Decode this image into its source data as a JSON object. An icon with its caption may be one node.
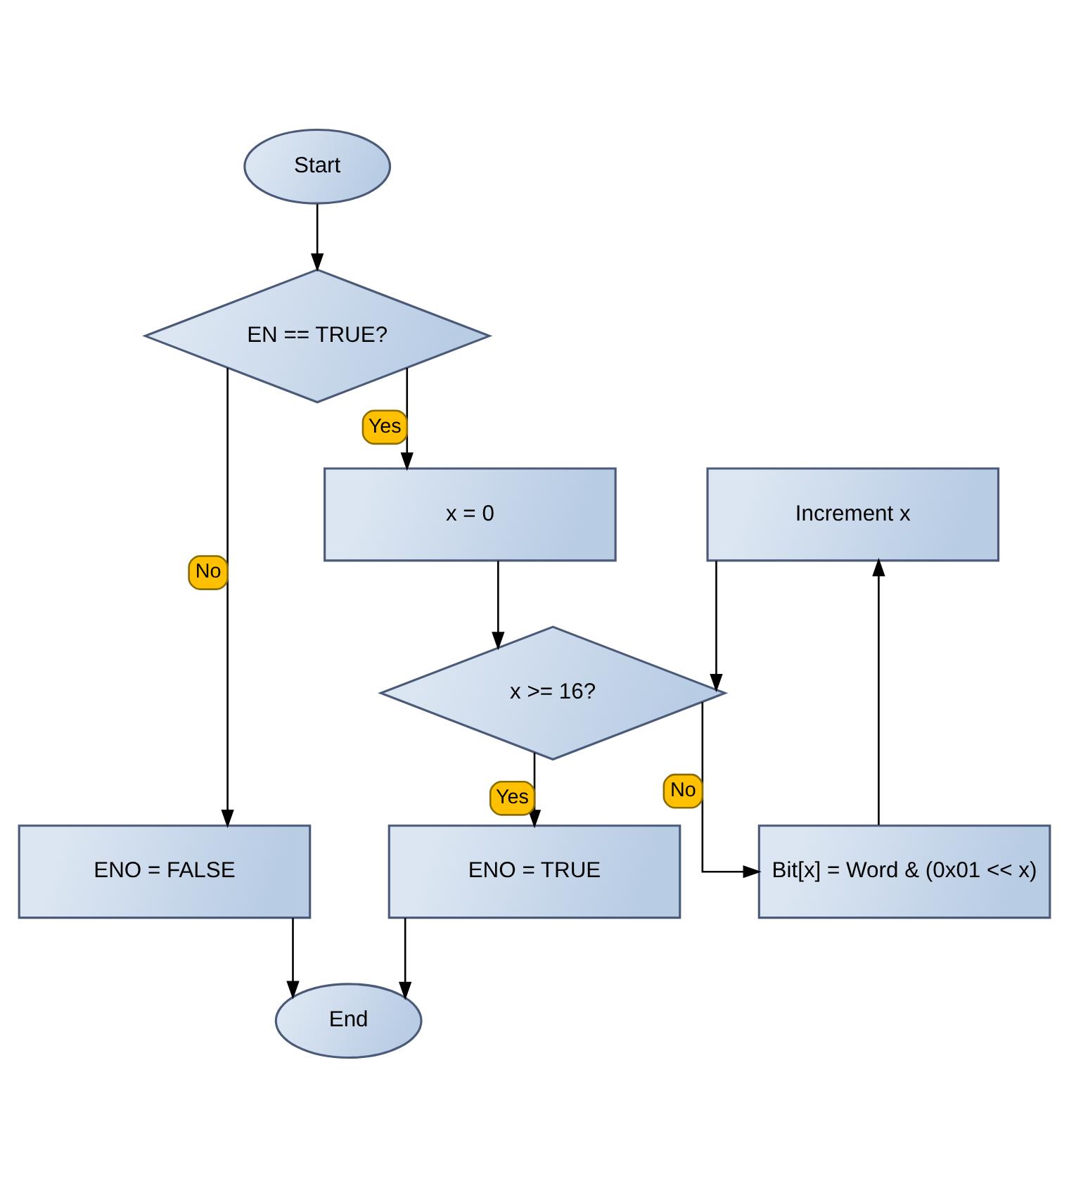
{
  "diagram": {
    "nodes": [
      {
        "text": [
          "Start"
        ]
      },
      {
        "text": [
          "EN == TRUE?"
        ]
      },
      {
        "text": [
          "x = 0"
        ]
      },
      {
        "text": [
          "Increment x"
        ]
      },
      {
        "text": [
          "x >= 16?"
        ]
      },
      {
        "text": [
          "Bit[x] = Word & (0x01 << x)"
        ]
      },
      {
        "text": [
          "ENO = TRUE"
        ]
      },
      {
        "text": [
          "ENO = FALSE"
        ]
      },
      {
        "text": [
          "End"
        ]
      }
    ],
    "edges": [
      {
        "from": 0,
        "to": 1,
        "arrow": "to"
      },
      {
        "from": 1,
        "to": 2,
        "arrow": "to",
        "label": "Yes"
      },
      {
        "from": 1,
        "to": 7,
        "arrow": "to",
        "label": "No"
      },
      {
        "from": 2,
        "to": 4,
        "arrow": "to"
      },
      {
        "from": 3,
        "to": 4,
        "arrow": "to"
      },
      {
        "from": 4,
        "to": 6,
        "arrow": "to",
        "label": "Yes"
      },
      {
        "from": 4,
        "to": 5,
        "arrow": "to",
        "label": "No"
      },
      {
        "from": 5,
        "to": 3,
        "arrow": "to"
      },
      {
        "from": 6,
        "to": 8,
        "arrow": "to"
      },
      {
        "from": 7,
        "to": 8,
        "arrow": "to"
      }
    ]
  }
}
